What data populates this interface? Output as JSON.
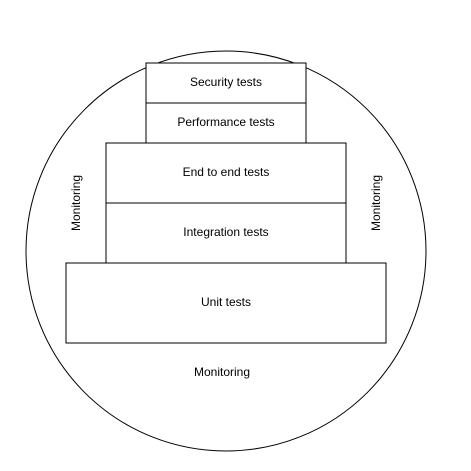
{
  "diagram": {
    "blocks": {
      "security": "Security tests",
      "performance": "Performance tests",
      "end_to_end": "End to end tests",
      "integration": "Integration tests",
      "unit": "Unit tests"
    },
    "monitoring": {
      "left": "Monitoring",
      "right": "Monitoring",
      "bottom": "Monitoring"
    },
    "colors": {
      "stroke": "#000000",
      "fill": "#ffffff",
      "text": "#000000"
    }
  }
}
